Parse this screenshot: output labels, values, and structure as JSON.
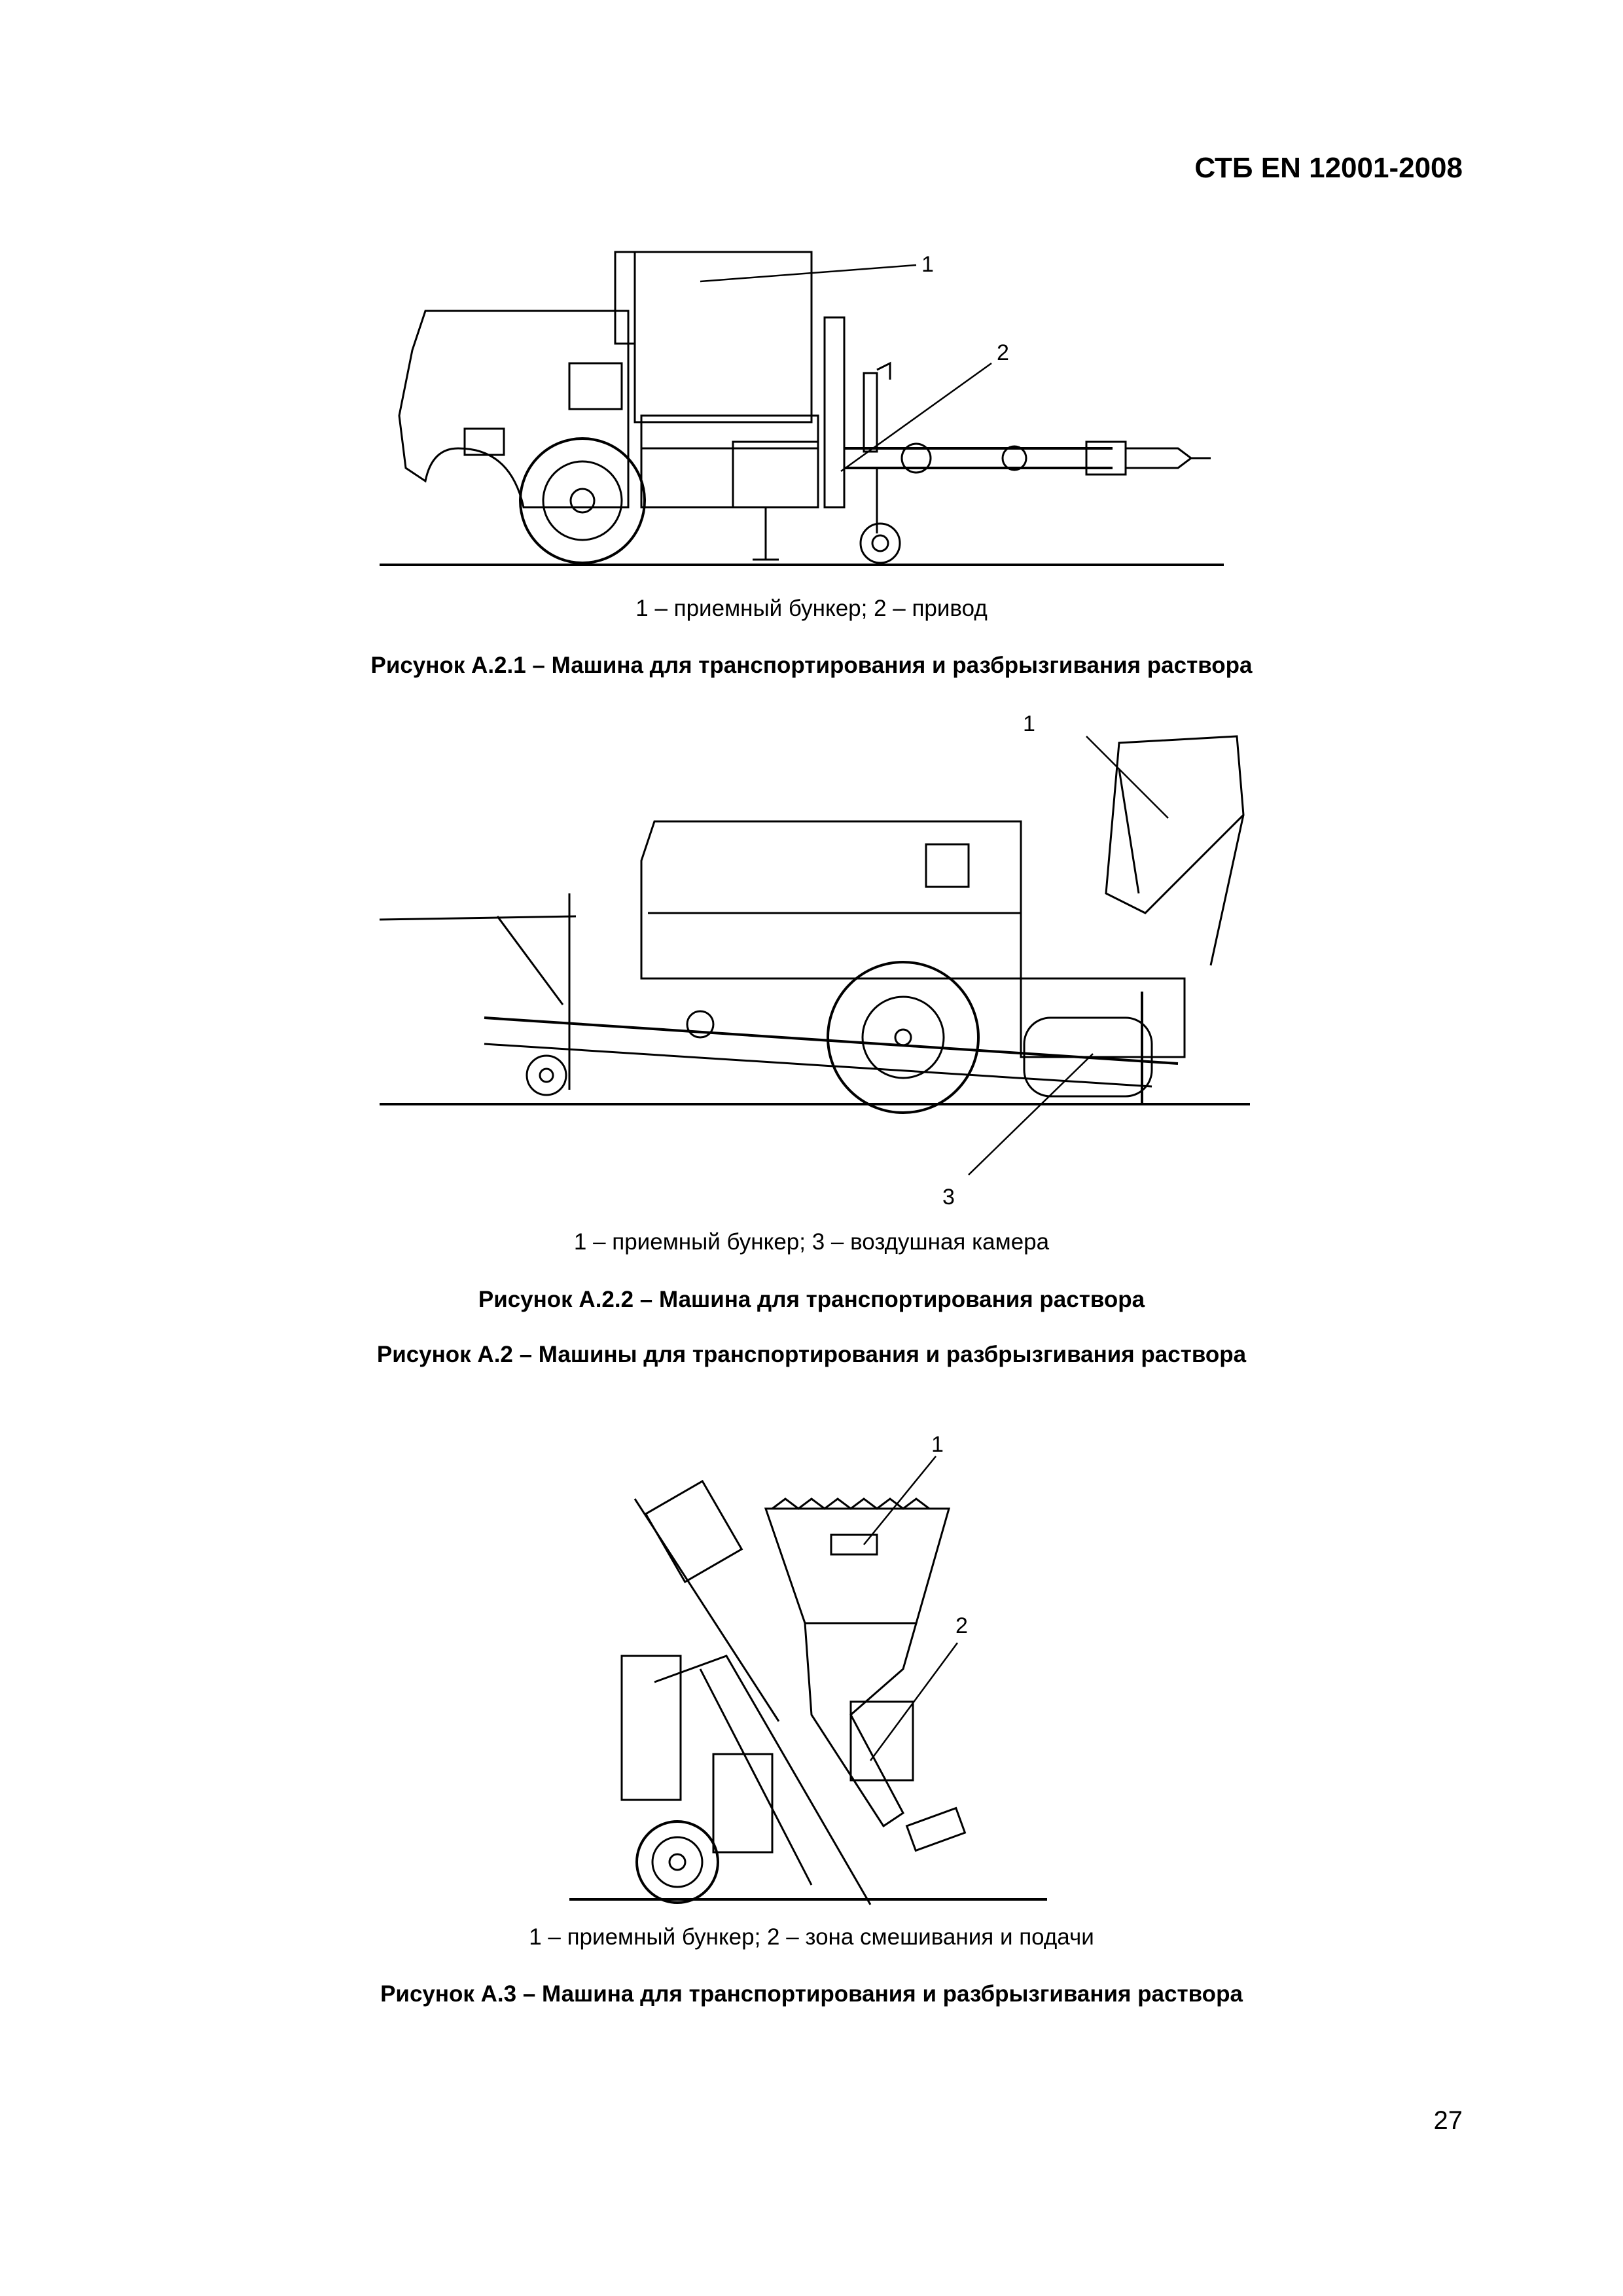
{
  "header": {
    "doc_code": "СТБ EN 12001-2008"
  },
  "figure_a21": {
    "callouts": [
      "1",
      "2"
    ],
    "legend": "1 – приемный бункер; 2 – привод",
    "caption": "Рисунок А.2.1 – Машина для транспортирования и разбрызгивания раствора"
  },
  "figure_a22": {
    "callouts": [
      "1",
      "3"
    ],
    "legend": "1 – приемный бункер; 3 – воздушная камера",
    "caption": "Рисунок А.2.2 – Машина для транспортирования раствора"
  },
  "figure_a2": {
    "caption": "Рисунок А.2 – Машины для транспортирования и разбрызгивания раствора"
  },
  "figure_a3": {
    "callouts": [
      "1",
      "2"
    ],
    "legend": "1 – приемный бункер; 2 – зона смешивания и подачи",
    "caption": "Рисунок А.3 – Машина для транспортирования и разбрызгивания раствора"
  },
  "footer": {
    "page_number": "27"
  }
}
